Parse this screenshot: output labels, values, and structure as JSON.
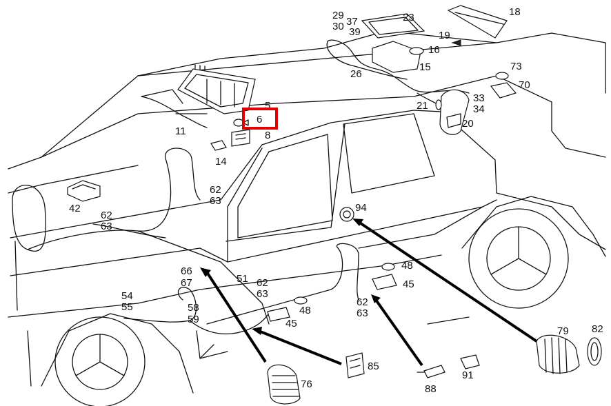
{
  "diagram": {
    "callouts": [
      "5",
      "6",
      "8",
      "11",
      "14",
      "15",
      "16",
      "18",
      "19",
      "20",
      "21",
      "23",
      "26",
      "29",
      "30",
      "33",
      "34",
      "37",
      "39",
      "42",
      "45",
      "48",
      "51",
      "54",
      "55",
      "58",
      "59",
      "62",
      "63",
      "66",
      "67",
      "70",
      "73",
      "76",
      "79",
      "82",
      "85",
      "88",
      "91",
      "94"
    ],
    "highlighted_callout": "6",
    "highlight_color": "#e00000"
  }
}
